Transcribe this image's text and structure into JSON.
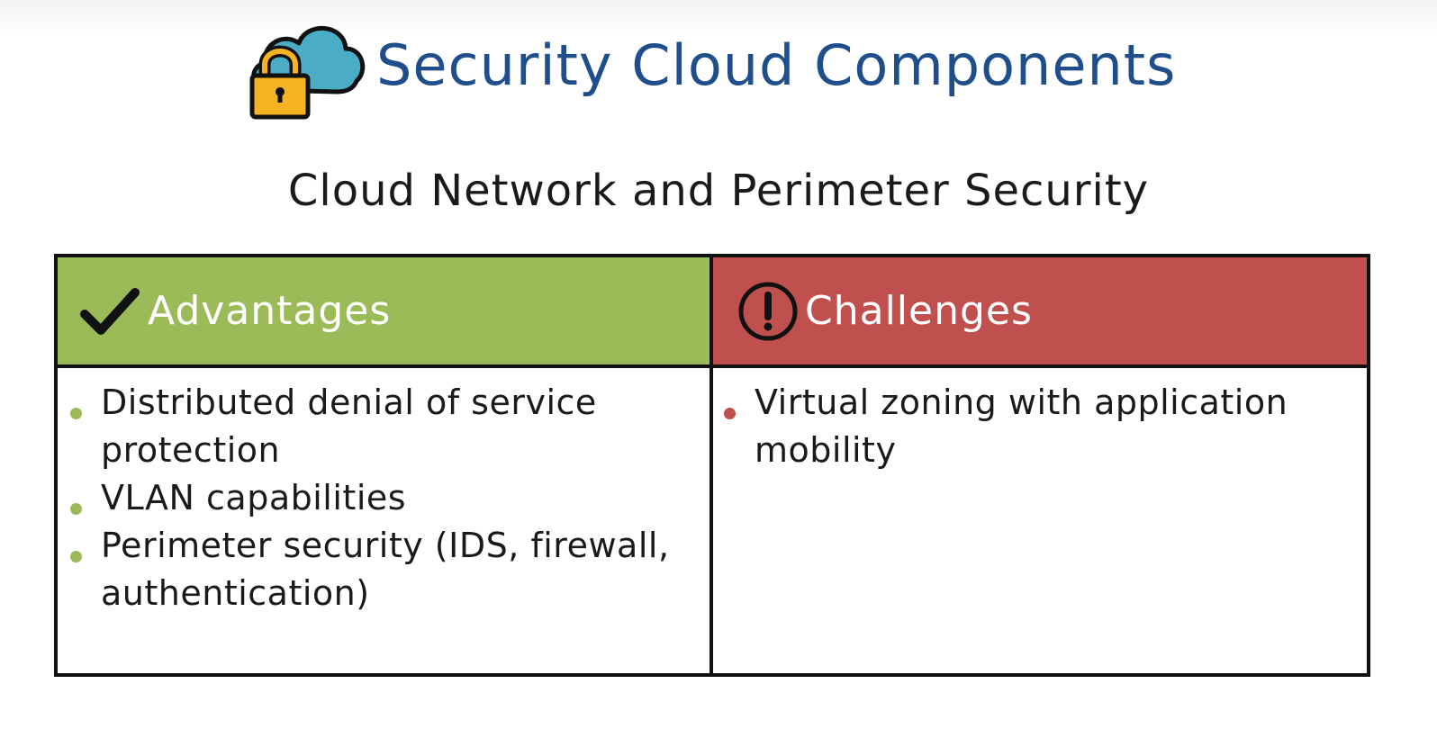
{
  "title": "Security Cloud Components",
  "logo": {
    "icon": "cloud-lock-icon",
    "cloud_color": "#4bacc6",
    "lock_color": "#f5b324"
  },
  "subtitle": "Cloud Network and Perimeter Security",
  "table": {
    "advantages": {
      "label": "Advantages",
      "icon": "checkmark-icon",
      "header_color": "#9bbb59",
      "items": [
        "Distributed denial of service protection",
        "VLAN capabilities",
        "Perimeter security (IDS, firewall, authentication)"
      ]
    },
    "challenges": {
      "label": "Challenges",
      "icon": "exclamation-circle-icon",
      "header_color": "#c0504d",
      "items": [
        "Virtual zoning with application mobility"
      ]
    }
  }
}
